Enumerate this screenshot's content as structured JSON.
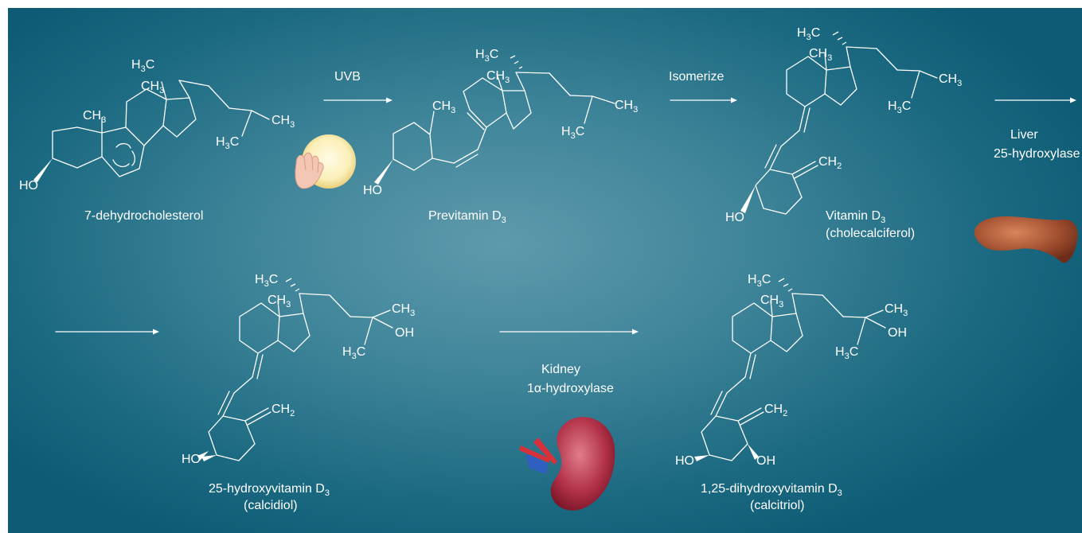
{
  "colors": {
    "panel": "#1c6a82",
    "panel_light": "#5f9aac",
    "bonds": "#ffffff"
  },
  "icons": {
    "sun": "sun-with-hand-icon",
    "liver": "liver-icon",
    "kidney": "kidney-icon"
  },
  "steps": {
    "uvb": "UVB",
    "isomerize": "Isomerize",
    "liver": {
      "line1": "Liver",
      "line2": "25-hydroxylase"
    },
    "kidney": {
      "line1": "Kidney",
      "line2": "1α-hydroxylase"
    }
  },
  "compounds": {
    "dhc": {
      "name": "7-dehydrocholesterol"
    },
    "pre": {
      "name": "Previtamin D",
      "sub": "3"
    },
    "vd3": {
      "name": "Vitamin D",
      "sub": "3",
      "alias": "(cholecalciferol)"
    },
    "calcidiol": {
      "name": "25-hydroxyvitamin D",
      "sub": "3",
      "alias": "(calcidiol)"
    },
    "calcitriol": {
      "name": "1,25-dihydroxyvitamin D",
      "sub": "3",
      "alias": "(calcitriol)"
    }
  },
  "atoms": {
    "h3c": "H",
    "ch3": "CH",
    "three": "3",
    "ho": "HO",
    "oh": "OH",
    "ch2": "CH",
    "two": "2"
  }
}
